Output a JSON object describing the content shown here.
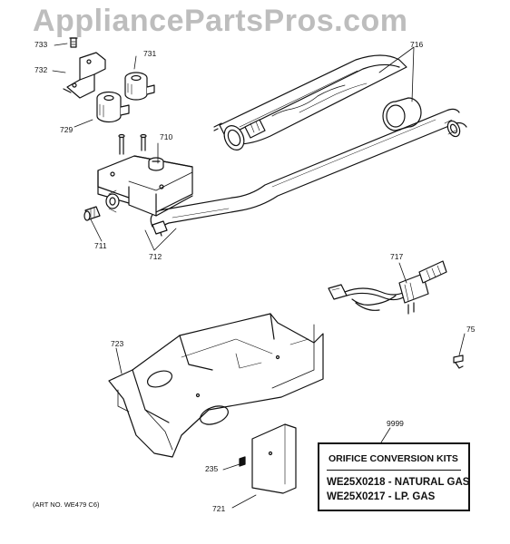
{
  "watermark": "AppliancePartsPros.com",
  "callouts": {
    "p733": "733",
    "p732": "732",
    "p731": "731",
    "p729": "729",
    "p716": "716",
    "p710": "710",
    "p711": "711",
    "p712": "712",
    "p717": "717",
    "p75": "75",
    "p723": "723",
    "p9999": "9999",
    "p235": "235",
    "p721": "721"
  },
  "kit_box": {
    "title": "ORIFICE CONVERSION KITS",
    "line1": "WE25X0218 - NATURAL GAS",
    "line2": "WE25X0217 - LP. GAS"
  },
  "art_number": "(ART NO. WE479 C6)"
}
